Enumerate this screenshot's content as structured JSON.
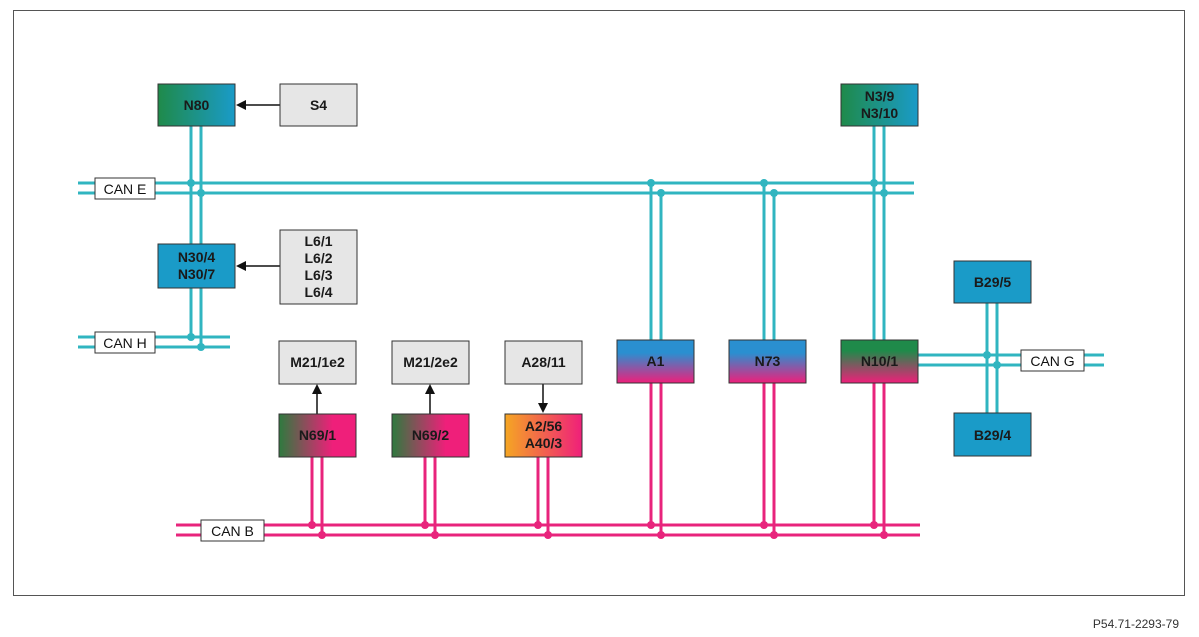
{
  "reference": "P54.71-2293-79",
  "colors": {
    "can_e": "#30b5c0",
    "can_b": "#e8247c",
    "module_blue": "#1a9bc8",
    "module_green": "#1f8a4a",
    "module_magenta": "#e8247c",
    "module_orange": "#f5a623",
    "grey_box": "#e6e6e6"
  },
  "buses": {
    "can_e": "CAN E",
    "can_h": "CAN H",
    "can_g": "CAN G",
    "can_b": "CAN B"
  },
  "modules": {
    "n80": "N80",
    "s4": "S4",
    "n30": [
      "N30/4",
      "N30/7"
    ],
    "l6": [
      "L6/1",
      "L6/2",
      "L6/3",
      "L6/4"
    ],
    "n3": [
      "N3/9",
      "N3/10"
    ],
    "b29_5": "B29/5",
    "b29_4": "B29/4",
    "m21_1": "M21/1e2",
    "m21_2": "M21/2e2",
    "a28": "A28/11",
    "a1": "A1",
    "n73": "N73",
    "n10": "N10/1",
    "n69_1": "N69/1",
    "n69_2": "N69/2",
    "a2": [
      "A2/56",
      "A40/3"
    ]
  }
}
